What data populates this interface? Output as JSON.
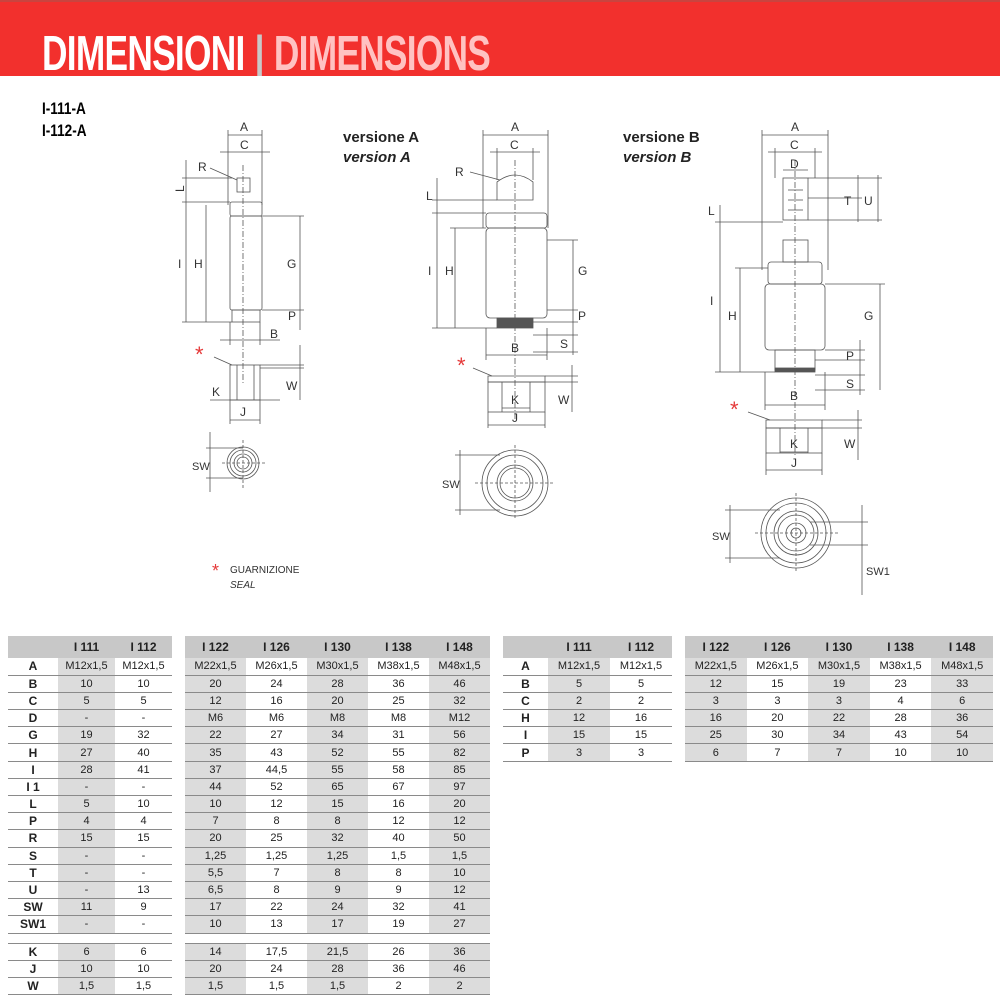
{
  "header": {
    "title_it": "DIMENSIONI",
    "separator": "|",
    "title_en": "DIMENSIONS"
  },
  "models": [
    "I-111-A",
    "I-112-A"
  ],
  "version_a": {
    "it": "versione A",
    "en": "version A"
  },
  "version_b": {
    "it": "versione B",
    "en": "version B"
  },
  "labels": {
    "A": "A",
    "B": "B",
    "C": "C",
    "D": "D",
    "G": "G",
    "H": "H",
    "I": "I",
    "J": "J",
    "K": "K",
    "L": "L",
    "P": "P",
    "R": "R",
    "S": "S",
    "T": "T",
    "U": "U",
    "W": "W",
    "SW": "SW",
    "SW1": "SW1",
    "star": "*"
  },
  "note": {
    "it": "GUARNIZIONE",
    "en": "SEAL"
  },
  "colors": {
    "brand_red": "#f2302d",
    "seal_star": "#e53a3a"
  },
  "table_main": {
    "small": {
      "headers": [
        "I 111",
        "I 112"
      ]
    },
    "large": {
      "headers": [
        "I 122",
        "I 126",
        "I 130",
        "I 138",
        "I 148"
      ]
    },
    "rows": [
      [
        "A",
        "M12x1,5",
        "M12x1,5",
        "M22x1,5",
        "M26x1,5",
        "M30x1,5",
        "M38x1,5",
        "M48x1,5"
      ],
      [
        "B",
        "10",
        "10",
        "20",
        "24",
        "28",
        "36",
        "46"
      ],
      [
        "C",
        "5",
        "5",
        "12",
        "16",
        "20",
        "25",
        "32"
      ],
      [
        "D",
        "-",
        "-",
        "M6",
        "M6",
        "M8",
        "M8",
        "M12"
      ],
      [
        "G",
        "19",
        "32",
        "22",
        "27",
        "34",
        "31",
        "56"
      ],
      [
        "H",
        "27",
        "40",
        "35",
        "43",
        "52",
        "55",
        "82"
      ],
      [
        "I",
        "28",
        "41",
        "37",
        "44,5",
        "55",
        "58",
        "85"
      ],
      [
        "I 1",
        "-",
        "-",
        "44",
        "52",
        "65",
        "67",
        "97"
      ],
      [
        "L",
        "5",
        "10",
        "10",
        "12",
        "15",
        "16",
        "20"
      ],
      [
        "P",
        "4",
        "4",
        "7",
        "8",
        "8",
        "12",
        "12"
      ],
      [
        "R",
        "15",
        "15",
        "20",
        "25",
        "32",
        "40",
        "50"
      ],
      [
        "S",
        "-",
        "-",
        "1,25",
        "1,25",
        "1,25",
        "1,5",
        "1,5"
      ],
      [
        "T",
        "-",
        "-",
        "5,5",
        "7",
        "8",
        "8",
        "10"
      ],
      [
        "U",
        "-",
        "13",
        "6,5",
        "8",
        "9",
        "9",
        "12"
      ],
      [
        "SW",
        "11",
        "9",
        "17",
        "22",
        "24",
        "32",
        "41"
      ],
      [
        "SW1",
        "-",
        "-",
        "10",
        "13",
        "17",
        "19",
        "27"
      ]
    ],
    "seal_rows": [
      [
        "K",
        "6",
        "6",
        "14",
        "17,5",
        "21,5",
        "26",
        "36"
      ],
      [
        "J",
        "10",
        "10",
        "20",
        "24",
        "28",
        "36",
        "46"
      ],
      [
        "W",
        "1,5",
        "1,5",
        "1,5",
        "1,5",
        "1,5",
        "2",
        "2"
      ]
    ]
  },
  "table_cap": {
    "small": {
      "headers": [
        "I 111",
        "I 112"
      ]
    },
    "large": {
      "headers": [
        "I 122",
        "I 126",
        "I 130",
        "I 138",
        "I 148"
      ]
    },
    "rows": [
      [
        "A",
        "M12x1,5",
        "M12x1,5",
        "M22x1,5",
        "M26x1,5",
        "M30x1,5",
        "M38x1,5",
        "M48x1,5"
      ],
      [
        "B",
        "5",
        "5",
        "12",
        "15",
        "19",
        "23",
        "33"
      ],
      [
        "C",
        "2",
        "2",
        "3",
        "3",
        "3",
        "4",
        "6"
      ],
      [
        "H",
        "12",
        "16",
        "16",
        "20",
        "22",
        "28",
        "36"
      ],
      [
        "I",
        "15",
        "15",
        "25",
        "30",
        "34",
        "43",
        "54"
      ],
      [
        "P",
        "3",
        "3",
        "6",
        "7",
        "7",
        "10",
        "10"
      ]
    ]
  }
}
